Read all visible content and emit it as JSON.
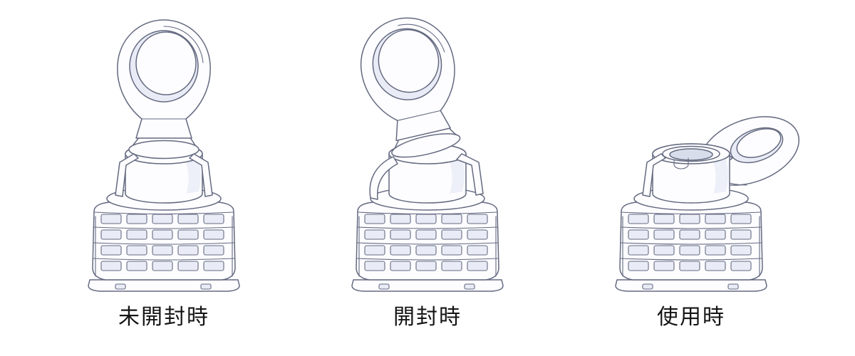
{
  "figures": [
    {
      "id": "unopened",
      "caption": "未開封時",
      "state": "ring upright, sealed"
    },
    {
      "id": "opened",
      "caption": "開封時",
      "state": "ring tilted, seal broken"
    },
    {
      "id": "in-use",
      "caption": "使用時",
      "state": "ring folded aside, spout open"
    }
  ],
  "colors": {
    "outline": "#646a80",
    "surface": "#fdfdff",
    "shade_light": "#e9ecf6",
    "shade_mid": "#d8ddeb",
    "caption_text": "#151515",
    "background": "#ffffff"
  }
}
